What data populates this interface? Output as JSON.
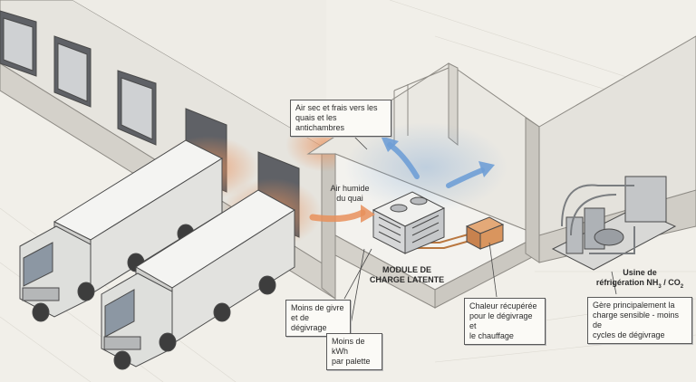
{
  "colors": {
    "background": "#f1efe9",
    "wall": "#e6e4de",
    "wall_dark": "#cfccc4",
    "warm_air": "#e8915c",
    "cool_air": "#6f9fd6",
    "pipe": "#b9773f",
    "heat_box": "#d9955e",
    "line": "#4a4a4a"
  },
  "labels": {
    "dry_air": [
      "Air sec et frais vers les",
      "quais et les antichambres"
    ],
    "humid_air": [
      "Air humide",
      "du quai"
    ],
    "module": [
      "MODULE DE",
      "CHARGE LATENTE"
    ],
    "frost": [
      "Moins de givre",
      "et de dégivrage"
    ],
    "kwh": [
      "Moins de kWh",
      "par palette"
    ],
    "heat_recovered": [
      "Chaleur récupérée",
      "pour le dégivrage et",
      "le chauffage"
    ],
    "plant_title_line1": "Usine de",
    "plant_title_line2": "réfrigération NH",
    "plant_title_sub1": "3",
    "plant_title_mid": " / CO",
    "plant_title_sub2": "2",
    "plant_desc": [
      "Gère principalement la",
      "charge sensible - moins de",
      "cycles de dégivrage"
    ]
  },
  "icons": [
    "truck-icon",
    "dock-door-icon",
    "dehumidifier-module-icon",
    "heat-exchanger-icon",
    "refrigeration-plant-icon",
    "air-flow-arrow-icon"
  ]
}
